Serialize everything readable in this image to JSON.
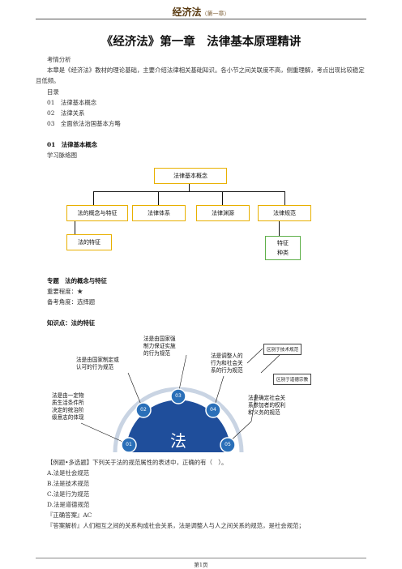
{
  "header": {
    "title": "经济法",
    "subtitle": "（第一章）"
  },
  "doc_title": "《经济法》第一章　法律基本原理精讲",
  "analysis": {
    "heading": "考情分析",
    "paragraph": "本章是《经济法》教材的理论基础，主要介绍法律相关基础知识。各小节之间关联度不高，侧重理解，考点出现比较稳定且低频。"
  },
  "toc": {
    "heading": "目录",
    "items": [
      {
        "num": "01",
        "text": "法律基本概念"
      },
      {
        "num": "02",
        "text": "法律关系"
      },
      {
        "num": "03",
        "text": "全面依法治国基本方略"
      }
    ]
  },
  "section1": {
    "num": "01",
    "title": "法律基本概念",
    "sub": "学习脉络图"
  },
  "mindmap": {
    "root": "法律基本概念",
    "children": [
      "法的概念与特征",
      "法律体系",
      "法律渊源",
      "法律规范"
    ],
    "leaf_left": "法的特征",
    "leaf_right": [
      "特征",
      "种类"
    ]
  },
  "topic": {
    "heading": "专题　法的概念与特征",
    "importance_label": "重要程度：",
    "importance_value": "★",
    "angle": "备考角度：选择题"
  },
  "knowledge": {
    "heading": "知识点：法的特征",
    "center": "法",
    "nodes": [
      "01",
      "02",
      "03",
      "04",
      "05"
    ],
    "t1": [
      "法是由一定物",
      "质生活条件所",
      "决定的统治阶",
      "级意志的体现"
    ],
    "t2": [
      "法是由国家制定或",
      "认可的行为规范"
    ],
    "t3": [
      "法是由国家强",
      "制力保证实施",
      "的行为规范"
    ],
    "t4": [
      "法是调整人的",
      "行为和社会关",
      "系的行为规范"
    ],
    "t5": [
      "法是确定社会关",
      "系参加者的权利",
      "和义务的规范"
    ],
    "tag1": "区别于技术规范",
    "tag2": "区别于道德宗教"
  },
  "question": {
    "stem": "【例题•多选题】下列关于法的规范属性的表述中，正确的有（　）。",
    "options": [
      "A.法是社会规范",
      "B.法是技术规范",
      "C.法是行为规范",
      "D.法是道德规范"
    ],
    "answer": "『正确答案』AC",
    "explanation": "『答案解析』人们相互之间的关系构成社会关系，法是调整人与人之间关系的规范，是社会规范；"
  },
  "footer": "第1页",
  "colors": {
    "header_brown": "#5a3b12",
    "box_border": "#e8b000",
    "box_green": "#5fb04a",
    "arc_blue": "#1f4e9b",
    "node_blue": "#2a6fb8"
  }
}
